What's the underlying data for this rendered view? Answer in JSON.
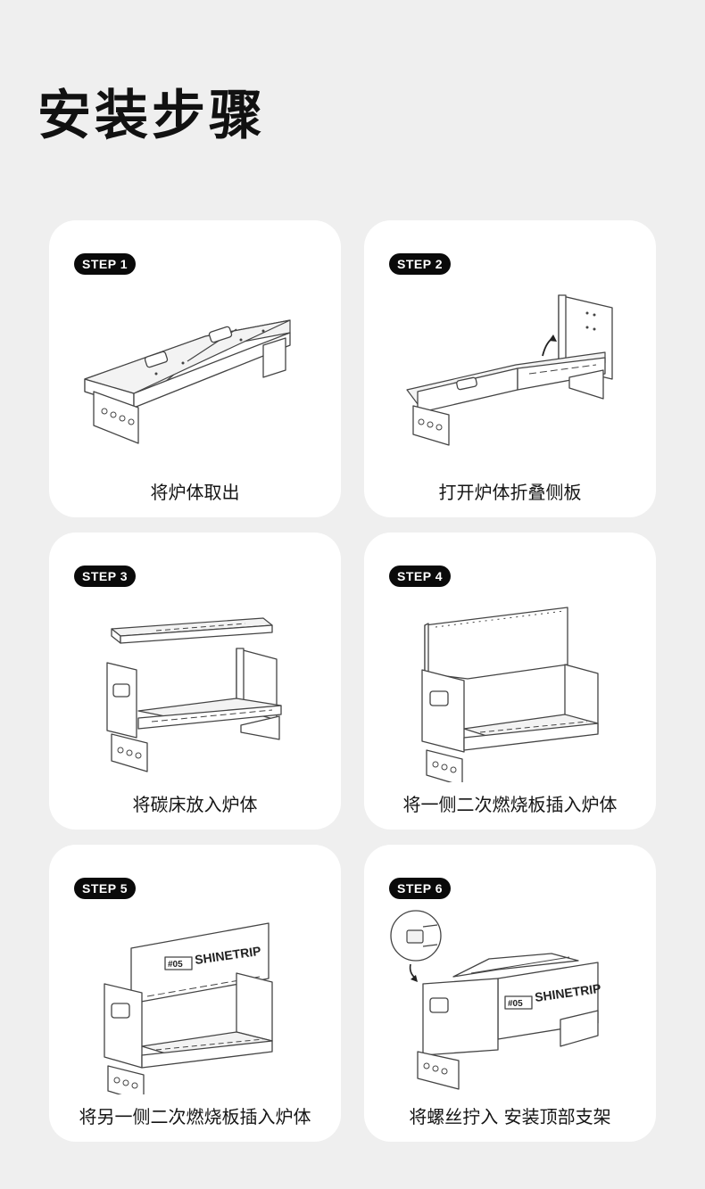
{
  "page": {
    "title": "安装步骤"
  },
  "steps": [
    {
      "label": "STEP 1",
      "caption": "将炉体取出"
    },
    {
      "label": "STEP 2",
      "caption": "打开炉体折叠侧板"
    },
    {
      "label": "STEP 3",
      "caption": "将碳床放入炉体"
    },
    {
      "label": "STEP 4",
      "caption": "将一侧二次燃烧板插入炉体"
    },
    {
      "label": "STEP 5",
      "caption": "将另一侧二次燃烧板插入炉体"
    },
    {
      "label": "STEP 6",
      "caption": "将螺丝拧入  安装顶部支架"
    }
  ],
  "brand": {
    "number": "#05",
    "name": "SHINETRIP"
  }
}
